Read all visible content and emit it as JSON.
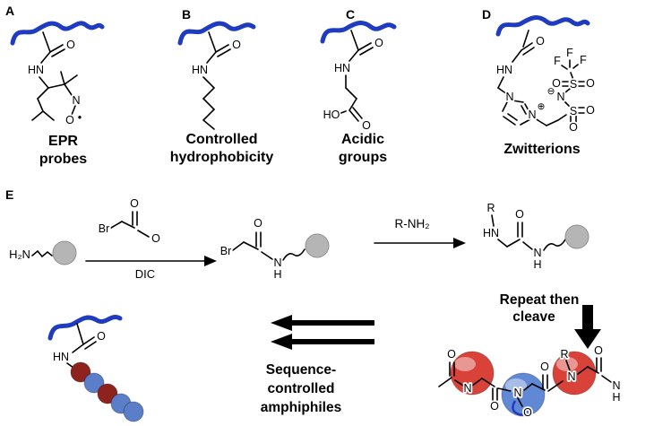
{
  "colors": {
    "chain_blue": "#1f3bbf",
    "bead_gray": "#b5b5b5",
    "sphere_red": "#d3281e",
    "sphere_blue": "#4a78cf"
  },
  "panels": {
    "a": {
      "letter": "A",
      "caption1": "EPR",
      "caption2": "probes",
      "atoms": {
        "hn": "HN",
        "o_carbonyl": "O",
        "n": "N",
        "o_radical": "O",
        "radical_dot": "•"
      }
    },
    "b": {
      "letter": "B",
      "caption1": "Controlled",
      "caption2": "hydrophobicity",
      "atoms": {
        "hn": "HN",
        "o_carbonyl": "O"
      }
    },
    "c": {
      "letter": "C",
      "caption1": "Acidic",
      "caption2": "groups",
      "atoms": {
        "hn": "HN",
        "o_carbonyl": "O",
        "ho": "HO",
        "o_acid": "O"
      }
    },
    "d": {
      "letter": "D",
      "caption1": "Zwitterions",
      "atoms": {
        "hn": "HN",
        "o_carbonyl": "O",
        "n_ring_top": "N",
        "n_ring_plus": "N",
        "plus": "⊕",
        "n_minus": "N",
        "minus": "⊖",
        "s_top": "S",
        "s_bottom": "S",
        "o_s1a": "O",
        "o_s1b": "O",
        "o_s2a": "O",
        "o_s2b": "O",
        "f1": "F",
        "f2": "F",
        "f3": "F"
      }
    }
  },
  "scheme": {
    "letter": "E",
    "start_amine": "H₂N",
    "bromoacetic": {
      "br": "Br",
      "o_top": "O",
      "o_side": "O"
    },
    "step1_label": "DIC",
    "intermediate": {
      "br": "Br",
      "o": "O",
      "n": "N",
      "h": "H"
    },
    "step2_label": "R-NH₂",
    "adduct": {
      "r": "R",
      "hn": "HN",
      "o": "O",
      "n": "N",
      "h": "H"
    },
    "repeat_line1": "Repeat then",
    "repeat_line2": "cleave",
    "seq_line1": "Sequence-",
    "seq_line2": "controlled",
    "seq_line3": "amphiphiles",
    "amphiphile": {
      "hn": "HN",
      "o": "O"
    },
    "bead_sequence": [
      "#8e221c",
      "#5b7ec9",
      "#8e221c",
      "#5b7ec9",
      "#5b7ec9"
    ],
    "peptoid": {
      "o1": "O",
      "n1": "N",
      "o2": "O",
      "n2": "N",
      "o_side": "O",
      "r": "R",
      "n3": "N",
      "o3": "O",
      "o4": "O",
      "n4": "N",
      "h": "H"
    }
  }
}
